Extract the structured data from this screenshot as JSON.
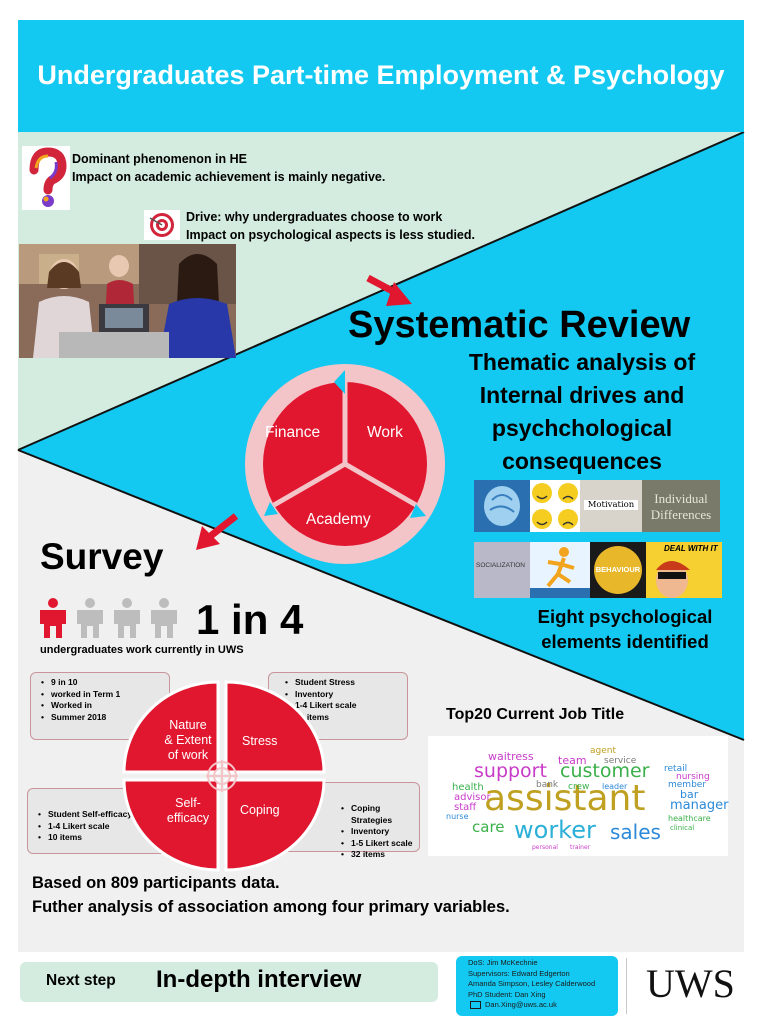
{
  "header": {
    "title": "Undergraduates Part-time Employment & Psychology"
  },
  "intro": {
    "phenomenon_line1": "Dominant  phenomenon in HE",
    "phenomenon_line2": "Impact on academic achievement is mainly negative.",
    "drive_line1": "Drive: why undergraduates choose to work",
    "drive_line2": "Impact on psychological aspects is less studied."
  },
  "systematic_review": {
    "title": "Systematic Review",
    "subtitle": [
      "Thematic analysis of",
      "Internal drives and",
      "psychchological",
      "consequences"
    ],
    "cycle": {
      "finance": "Finance",
      "work": "Work",
      "academy": "Academy"
    },
    "tiles": {
      "motivation": "Motivation",
      "individual_differences_1": "Individual",
      "individual_differences_2": "Differences",
      "socialization": "SOCIALIZATION",
      "behaviour": "BEHAVIOUR",
      "deal_with_it": "DEAL WITH IT"
    },
    "conclusion": [
      "Eight psychological",
      "elements identified"
    ]
  },
  "survey": {
    "title": "Survey",
    "ratio": "1 in 4",
    "ratio_caption": "undergraduates work currently in UWS",
    "quadrants": {
      "nature": [
        "Nature",
        "& Extent",
        "of work"
      ],
      "stress": "Stress",
      "self_efficacy": [
        "Self-",
        "efficacy"
      ],
      "coping": "Coping"
    },
    "box_nature": [
      "9 in 10",
      "worked in Term 1",
      "Worked in",
      "Summer 2018"
    ],
    "box_stress": [
      "Student Stress",
      "Inventory",
      "1-4 Likert scale",
      "40 items"
    ],
    "box_self_efficacy": [
      "Student Self-efficacy",
      "1-4 Likert scale",
      "10 items"
    ],
    "box_coping": [
      "Coping Strategies",
      "Inventory",
      "1-5 Likert scale",
      "32 items"
    ],
    "participants": "Based on 809 participants data.",
    "analysis": "Futher analysis of association among four primary variables."
  },
  "job_titles": {
    "title": "Top20 Current Job Title",
    "words": [
      {
        "text": "assistant",
        "color": "#c0a020"
      },
      {
        "text": "worker",
        "color": "#2cb0d8"
      },
      {
        "text": "customer",
        "color": "#3ab04a"
      },
      {
        "text": "support",
        "color": "#c83bc8"
      },
      {
        "text": "sales",
        "color": "#2c8ad8"
      },
      {
        "text": "care",
        "color": "#3ab04a"
      },
      {
        "text": "team",
        "color": "#c83bc8"
      },
      {
        "text": "service",
        "color": "#7a7a7a"
      },
      {
        "text": "waitress",
        "color": "#c83bc8"
      },
      {
        "text": "agent",
        "color": "#c0a020"
      },
      {
        "text": "manager",
        "color": "#2c8ad8"
      },
      {
        "text": "bar",
        "color": "#2c8ad8"
      },
      {
        "text": "retail",
        "color": "#2c8ad8"
      },
      {
        "text": "nursing",
        "color": "#c83bc8"
      },
      {
        "text": "member",
        "color": "#2c8ad8"
      },
      {
        "text": "healthcare",
        "color": "#3ab04a"
      },
      {
        "text": "health",
        "color": "#3ab04a"
      },
      {
        "text": "advisor",
        "color": "#c83bc8"
      },
      {
        "text": "staff",
        "color": "#c83bc8"
      },
      {
        "text": "nurse",
        "color": "#2c8ad8"
      },
      {
        "text": "bank",
        "color": "#7a7a7a"
      },
      {
        "text": "crew",
        "color": "#3ab04a"
      },
      {
        "text": "leader",
        "color": "#2c8ad8"
      },
      {
        "text": "clinical",
        "color": "#3ab04a"
      },
      {
        "text": "personal",
        "color": "#c83bc8"
      },
      {
        "text": "trainer",
        "color": "#c83bc8"
      }
    ]
  },
  "footer": {
    "next_step_label": "Next step",
    "next_step_value": "In-depth interview",
    "dos": "DoS: Jim McKechnie",
    "supervisors_1": "Supervisors: Edward Edgerton",
    "supervisors_2": "Amanda Simpson, Lesley Calderwood",
    "phd": "PhD Student: Dan Xing",
    "email": "Dan.Xing@uws.ac.uk",
    "logo": "UWS"
  }
}
